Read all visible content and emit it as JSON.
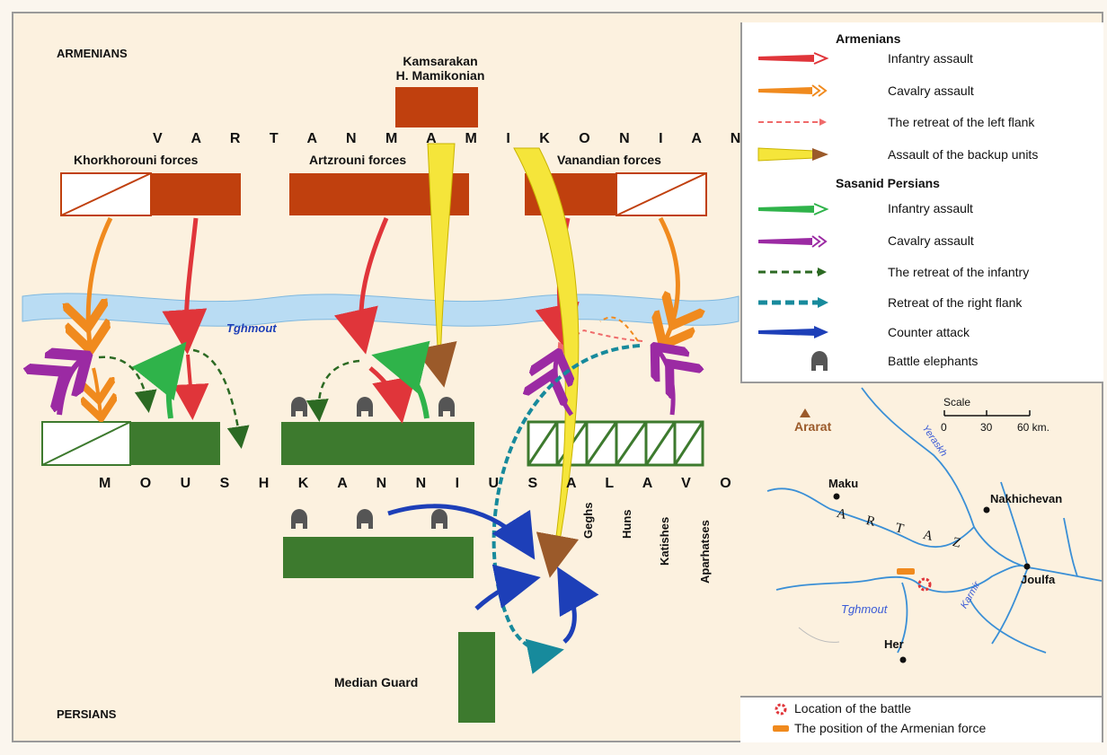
{
  "colors": {
    "armenian_unit": "#c0400e",
    "persian_unit": "#3d7a2e",
    "river": "#b9dcf3",
    "arm_infantry": "#e0353a",
    "arm_cavalry": "#f08a1e",
    "backup": "#f5e53a",
    "per_infantry": "#2fb34a",
    "per_cavalry": "#9b2aa3",
    "counter": "#1d3fb8"
  },
  "battlefield": {
    "armenians_label": "ARMENIANS",
    "persians_label": "PERSIANS",
    "commander_label_1": "Kamsarakan",
    "commander_label_2": "H. Mamikonian",
    "vartan_label": "V A R T A N   M A M I K O N I A N",
    "khorkhorouni_label": "Khorkhorouni forces",
    "artzrouni_label": "Artzrouni forces",
    "vanandian_label": "Vanandian forces",
    "river_label": "Tghmout",
    "moushkan_label": "M O U S H K A N   N I U S A L A V O U R T",
    "median_guard_label": "Median Guard",
    "allies": [
      "Geghs",
      "Huns",
      "Katishes",
      "Aparhatses"
    ]
  },
  "legend": {
    "armenians_title": "Armenians",
    "armenian_items": [
      {
        "label": "Infantry assault"
      },
      {
        "label": "Cavalry assault"
      },
      {
        "label": "The retreat of the left flank"
      },
      {
        "label": "Assault of the backup units"
      }
    ],
    "persians_title": "Sasanid Persians",
    "persian_items": [
      {
        "label": "Infantry assault"
      },
      {
        "label": "Cavalry assault"
      },
      {
        "label": "The retreat of the infantry"
      },
      {
        "label": "Retreat of the right flank"
      },
      {
        "label": "Counter attack"
      },
      {
        "label": "Battle elephants"
      }
    ]
  },
  "inset": {
    "scale_title": "Scale",
    "scale_ticks": [
      "0",
      "30",
      "60 km."
    ],
    "ararat": "Ararat",
    "maku": "Maku",
    "nakhichevan": "Nakhichevan",
    "artaz": "A R T A Z",
    "joulfa": "Joulfa",
    "her": "Her",
    "tghmout": "Tghmout",
    "karmir": "Karmir",
    "yeraskh": "Yeraskh",
    "location_label": "Location of the battle",
    "position_label": "The position of the Armenian force"
  }
}
